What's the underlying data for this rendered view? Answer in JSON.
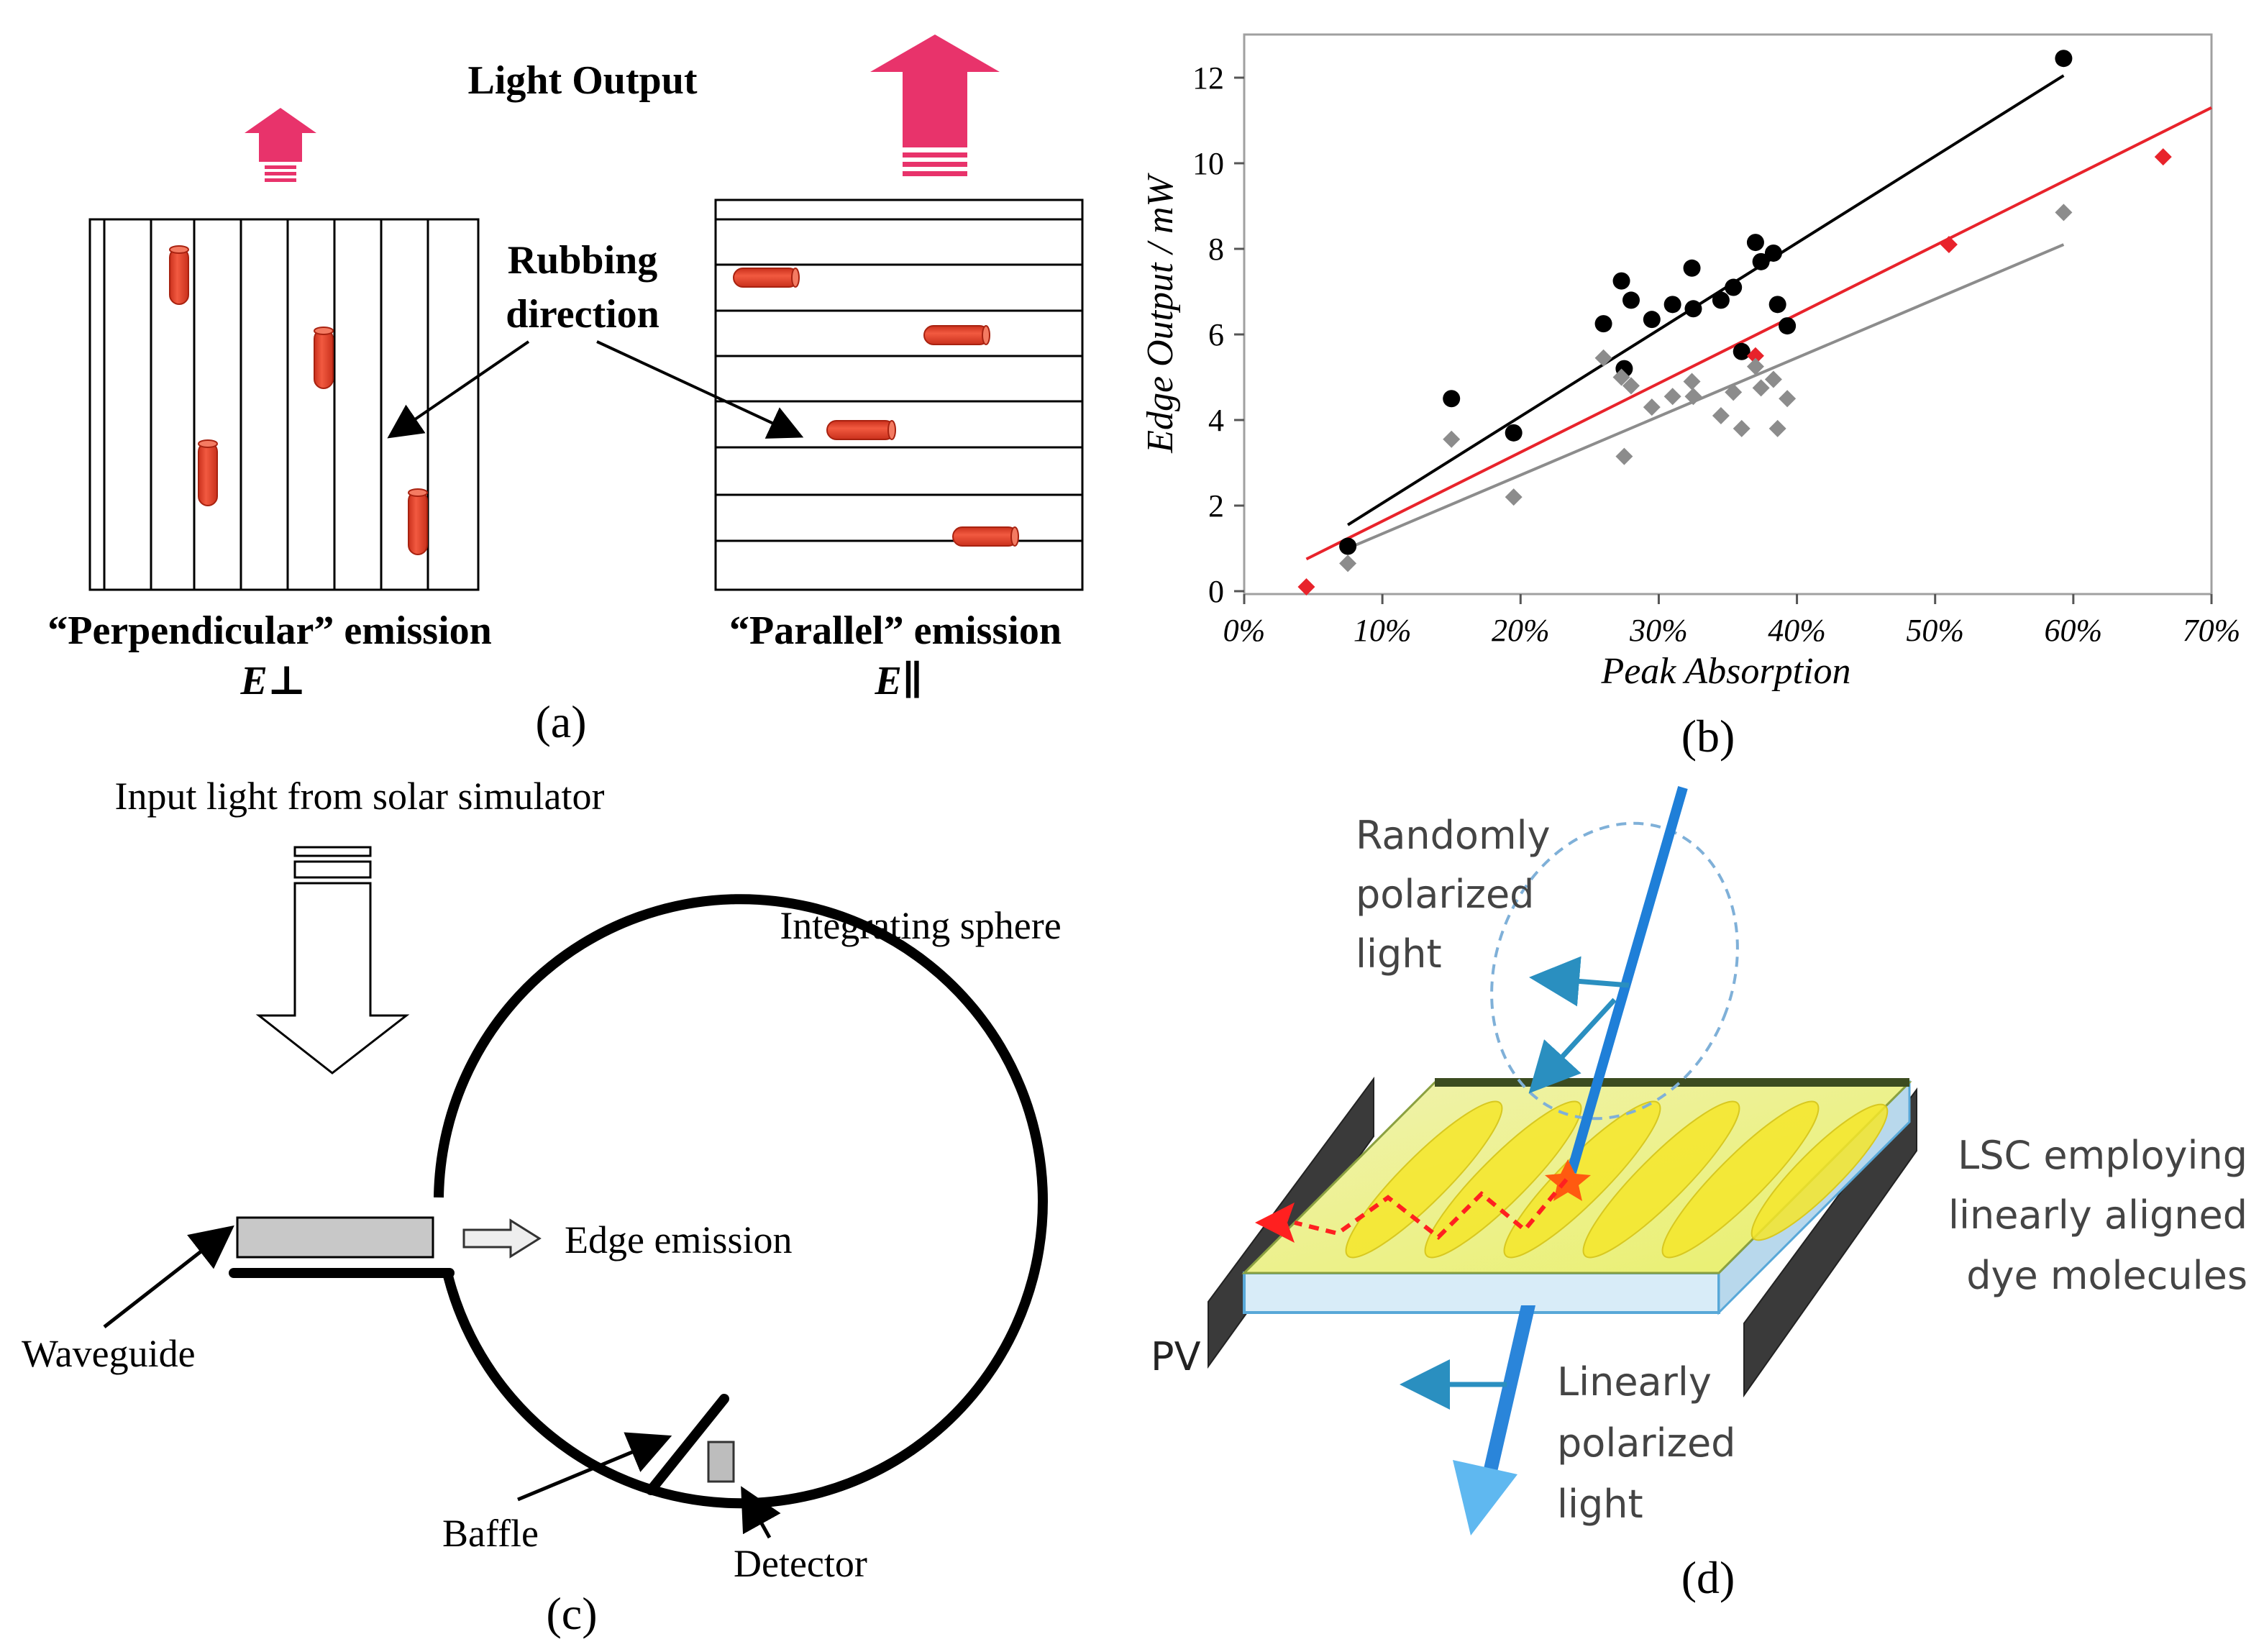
{
  "panel_a": {
    "title": "Light Output",
    "rubbing_line1": "Rubbing",
    "rubbing_line2": "direction",
    "perp_label": "“Perpendicular” emission",
    "perp_symbol": "E⊥",
    "par_label": "“Parallel” emission",
    "par_symbol": "E∥",
    "caption": "(a)",
    "arrow_color": "#e8336b",
    "dye_color": "#e8452c"
  },
  "panel_b": {
    "caption": "(b)",
    "chart_data": {
      "type": "scatter",
      "xlabel": "Peak Absorption",
      "ylabel": "Edge Output / mW",
      "xlim": [
        0,
        70
      ],
      "ylim": [
        0,
        12
      ],
      "x_ticks": [
        "0%",
        "10%",
        "20%",
        "30%",
        "40%",
        "50%",
        "60%",
        "70%"
      ],
      "y_ticks": [
        "0",
        "2",
        "4",
        "6",
        "8",
        "10",
        "12"
      ],
      "series": [
        {
          "color": "#000000",
          "marker": "circle",
          "points": [
            [
              7.5,
              1.05
            ],
            [
              15,
              4.5
            ],
            [
              19.5,
              3.7
            ],
            [
              26,
              6.25
            ],
            [
              27.3,
              7.25
            ],
            [
              27.5,
              5.2
            ],
            [
              28,
              6.8
            ],
            [
              29.5,
              6.35
            ],
            [
              31,
              6.7
            ],
            [
              32.4,
              7.55
            ],
            [
              32.5,
              6.6
            ],
            [
              34.5,
              6.8
            ],
            [
              35.4,
              7.1
            ],
            [
              36,
              5.6
            ],
            [
              37,
              8.15
            ],
            [
              37.4,
              7.7
            ],
            [
              38.3,
              7.9
            ],
            [
              38.6,
              6.7
            ],
            [
              39.3,
              6.2
            ],
            [
              59.3,
              12.45
            ]
          ],
          "fit": [
            [
              7.5,
              1.55
            ],
            [
              59.3,
              12.05
            ]
          ]
        },
        {
          "color": "#e8232b",
          "marker": "diamond",
          "points": [
            [
              4.5,
              0.1
            ],
            [
              37,
              5.5
            ],
            [
              51,
              8.1
            ],
            [
              66.5,
              10.15
            ]
          ],
          "fit": [
            [
              4.5,
              0.75
            ],
            [
              70,
              11.3
            ]
          ]
        },
        {
          "color": "#8c8c8c",
          "marker": "diamond",
          "points": [
            [
              7.5,
              0.65
            ],
            [
              15,
              3.55
            ],
            [
              19.5,
              2.2
            ],
            [
              26,
              5.45
            ],
            [
              27.3,
              5.0
            ],
            [
              27.5,
              3.15
            ],
            [
              28,
              4.8
            ],
            [
              29.5,
              4.3
            ],
            [
              31,
              4.55
            ],
            [
              32.4,
              4.9
            ],
            [
              32.5,
              4.55
            ],
            [
              34.5,
              4.1
            ],
            [
              35.4,
              4.65
            ],
            [
              36,
              3.8
            ],
            [
              37,
              5.25
            ],
            [
              37.4,
              4.75
            ],
            [
              38.3,
              4.95
            ],
            [
              38.6,
              3.8
            ],
            [
              39.3,
              4.5
            ],
            [
              59.3,
              8.85
            ]
          ],
          "fit": [
            [
              7.5,
              1.0
            ],
            [
              59.3,
              8.1
            ]
          ]
        }
      ]
    }
  },
  "panel_c": {
    "input_label": "Input light from solar simulator",
    "sphere_label": "Integrating sphere",
    "edge_label": "Edge emission",
    "waveguide_label": "Waveguide",
    "baffle_label": "Baffle",
    "detector_label": "Detector",
    "caption": "(c)"
  },
  "panel_d": {
    "random_line1": "Randomly",
    "random_line2": "polarized",
    "random_line3": "light",
    "lsc_line1": "LSC employing",
    "lsc_line2": "linearly aligned",
    "lsc_line3": "dye molecules",
    "pv_label": "PV",
    "linear_line1": "Linearly",
    "linear_line2": "polarized",
    "linear_line3": "light",
    "caption": "(d)",
    "beam_color": "#1f7fd8",
    "slab_color": "#e6f08a"
  }
}
